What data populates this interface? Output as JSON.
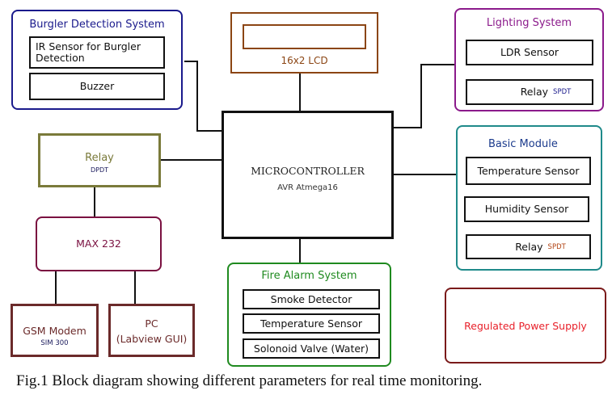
{
  "diagram": {
    "burglar": {
      "title": "Burgler Detection System",
      "items": [
        "IR Sensor for Burgler Detection",
        "Buzzer"
      ],
      "color": "#1a1a8c"
    },
    "lcd": {
      "label": "16x2 LCD",
      "color": "#8b4513"
    },
    "lighting": {
      "title": "Lighting System",
      "items": [
        {
          "label": "LDR Sensor"
        },
        {
          "label": "Relay",
          "sub": "SPDT"
        }
      ],
      "color": "#8b1a8b"
    },
    "micro": {
      "label": "MICROCONTROLLER",
      "sub": "AVR Atmega16"
    },
    "relay_dpdt": {
      "label": "Relay",
      "sub": "DPDT",
      "color": "#7a7a3a"
    },
    "max232": {
      "label": "MAX 232",
      "color": "#7a1040"
    },
    "gsm": {
      "label": "GSM Modem",
      "sub": "SIM 300",
      "color": "#6b2a2a"
    },
    "pc": {
      "label": "PC",
      "sub": "(Labview GUI)",
      "color": "#6b2a2a"
    },
    "basic": {
      "title": "Basic Module",
      "items": [
        {
          "label": "Temperature Sensor"
        },
        {
          "label": "Humidity Sensor"
        },
        {
          "label": "Relay",
          "sub": "SPDT"
        }
      ],
      "color": "#1f8a8a"
    },
    "fire": {
      "title": "Fire Alarm System",
      "items": [
        "Smoke Detector",
        "Temperature Sensor",
        "Solonoid Valve (Water)"
      ],
      "color": "#1f8a1f"
    },
    "power": {
      "label": "Regulated Power Supply",
      "color": "#7a1a1a",
      "text_color": "#e8202a"
    }
  },
  "caption": "Fig.1 Block diagram showing different parameters for real time monitoring."
}
